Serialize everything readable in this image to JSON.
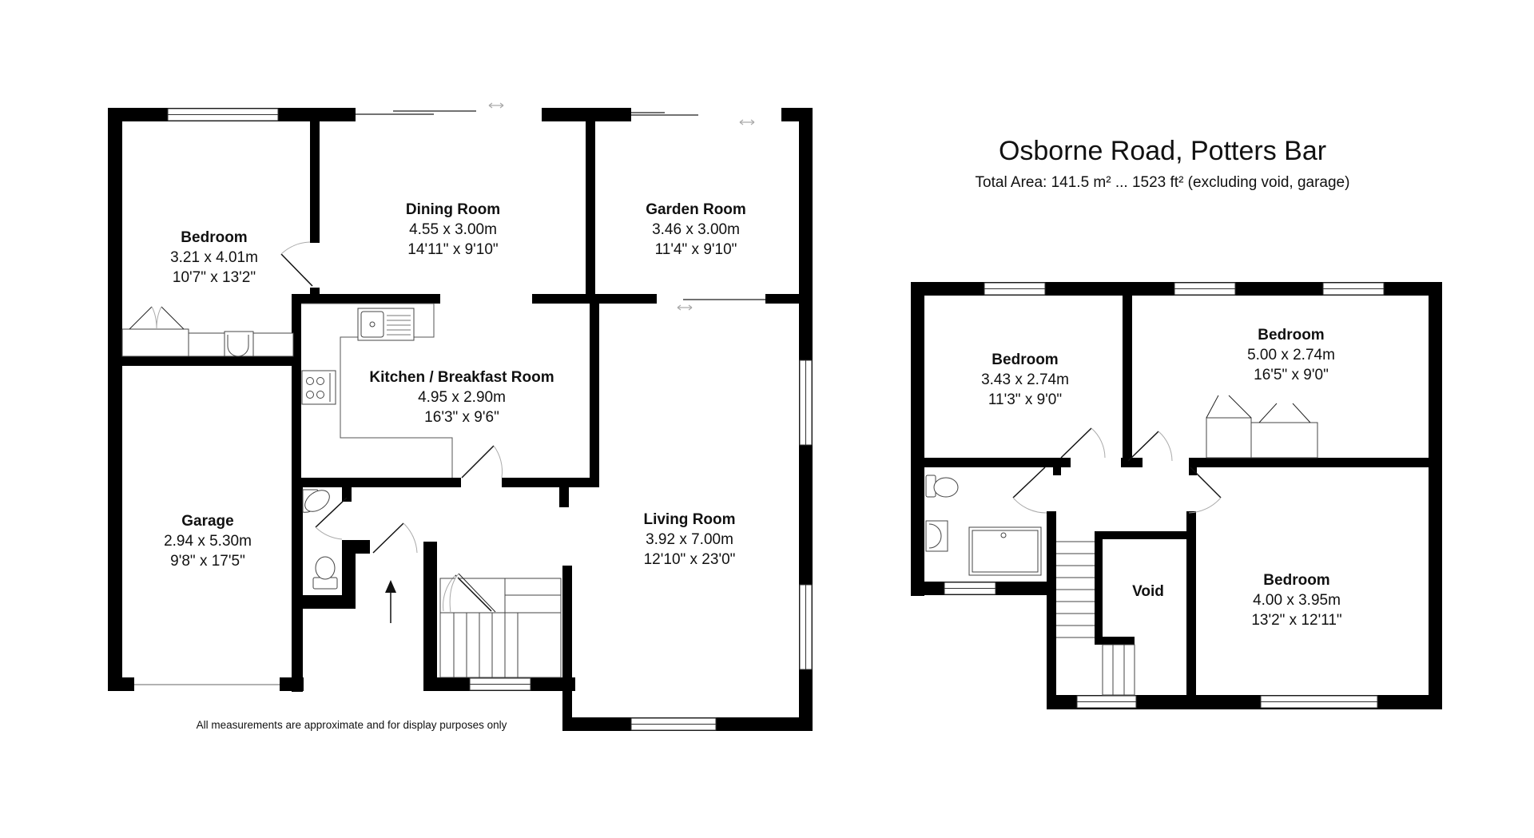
{
  "header": {
    "title": "Osborne Road, Potters Bar",
    "subtitle": "Total Area: 141.5 m² ... 1523 ft² (excluding void, garage)"
  },
  "disclaimer": "All measurements are approximate and for display purposes only",
  "colors": {
    "wall": "#000000",
    "background": "#ffffff",
    "fixture_line": "#555555",
    "door_arc": "#999999"
  },
  "ground_floor": {
    "rooms": [
      {
        "name": "Bedroom",
        "metric": "3.21 x 4.01m",
        "imperial": "10'7\" x 13'2\""
      },
      {
        "name": "Dining Room",
        "metric": "4.55 x 3.00m",
        "imperial": "14'11\" x 9'10\""
      },
      {
        "name": "Garden Room",
        "metric": "3.46 x 3.00m",
        "imperial": "11'4\" x 9'10\""
      },
      {
        "name": "Kitchen / Breakfast Room",
        "metric": "4.95 x 2.90m",
        "imperial": "16'3\" x 9'6\""
      },
      {
        "name": "Garage",
        "metric": "2.94 x 5.30m",
        "imperial": "9'8\" x 17'5\""
      },
      {
        "name": "Living Room",
        "metric": "3.92 x 7.00m",
        "imperial": "12'10\" x 23'0\""
      }
    ]
  },
  "first_floor": {
    "rooms": [
      {
        "name": "Bedroom",
        "metric": "3.43 x 2.74m",
        "imperial": "11'3\" x 9'0\""
      },
      {
        "name": "Bedroom",
        "metric": "5.00 x 2.74m",
        "imperial": "16'5\" x 9'0\""
      },
      {
        "name": "Void"
      },
      {
        "name": "Bedroom",
        "metric": "4.00 x 3.95m",
        "imperial": "13'2\" x 12'11\""
      }
    ]
  }
}
